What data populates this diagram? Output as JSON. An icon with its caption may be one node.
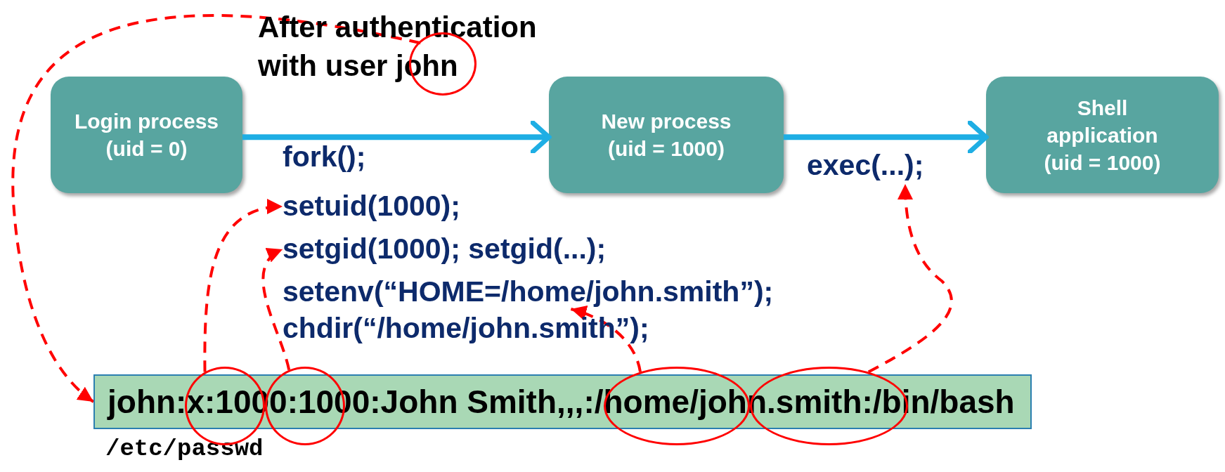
{
  "diagram": {
    "nodes": [
      {
        "text": [
          "Login process (uid = 0)"
        ]
      },
      {
        "text": [
          "New process (uid = 1000)"
        ]
      },
      {
        "text": [
          "Shell application (uid = 1000)"
        ]
      },
      {
        "text": [],
        "shape": "circle"
      },
      {
        "text": [
          "exec(...);"
        ]
      },
      {
        "text": [
          "setuid(1000);"
        ]
      },
      {
        "text": [
          "setgid(1000); setgid(...);"
        ]
      },
      {
        "text": [
          "setenv(“HOME=/home/john.smith”);"
        ]
      },
      {
        "text": [
          "john:x:1000:1000:John Smith,,,:/home/john.smith:/bin/bash"
        ],
        "beside": [
          "/etc/passwd"
        ]
      },
      {
        "text": [],
        "shape": "circle"
      },
      {
        "text": [],
        "shape": "circle"
      },
      {
        "text": [],
        "shape": "circle"
      },
      {
        "text": [],
        "shape": "circle"
      }
    ],
    "edges": [
      {
        "from": 0,
        "to": 1,
        "arrow": "to",
        "style": "thick",
        "color": "#1eaee4"
      },
      {
        "from": 1,
        "to": 2,
        "arrow": "to",
        "style": "thick",
        "color": "#1eaee4"
      },
      {
        "from": 3,
        "to": 8,
        "arrow": "to",
        "style": "dashed",
        "color": "#ff0000"
      },
      {
        "from": 9,
        "to": 5,
        "arrow": "to",
        "style": "dashed",
        "color": "#ff0000"
      },
      {
        "from": 10,
        "to": 6,
        "arrow": "to",
        "style": "dashed",
        "color": "#ff0000"
      },
      {
        "from": 11,
        "to": 7,
        "arrow": "to",
        "style": "dashed",
        "color": "#ff0000"
      },
      {
        "from": 12,
        "to": 4,
        "arrow": "to",
        "style": "dashed",
        "color": "#ff0000"
      }
    ],
    "labels": [
      "After authentication with user john",
      "fork();",
      "chdir(“/home/john.smith”);"
    ]
  }
}
